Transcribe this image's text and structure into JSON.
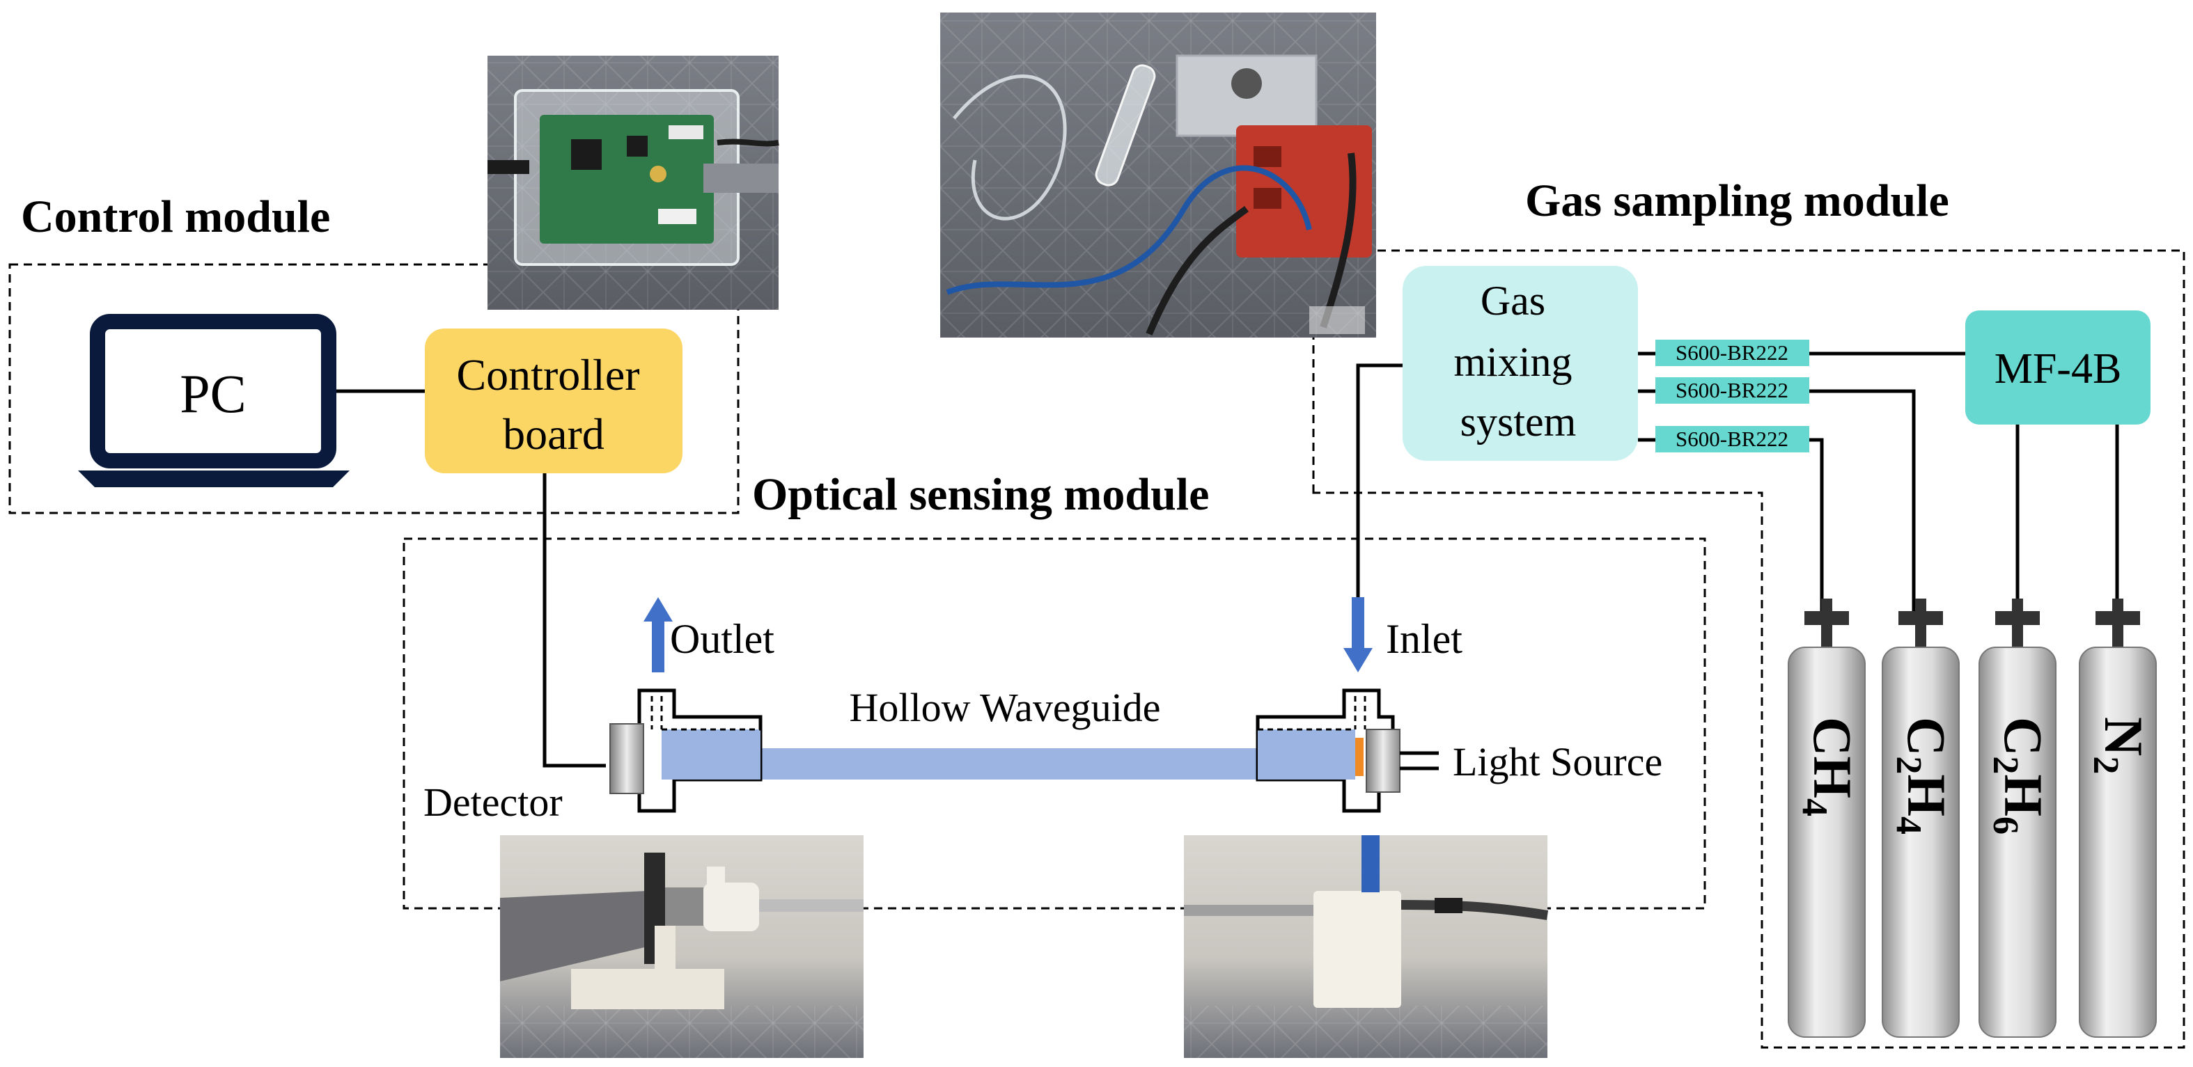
{
  "modules": {
    "control": "Control module",
    "optical": "Optical sensing module",
    "gas": "Gas sampling module"
  },
  "labels": {
    "pc": "PC",
    "controller_line1": "Controller",
    "controller_line2": "board",
    "outlet": "Outlet",
    "inlet": "Inlet",
    "hollow_waveguide": "Hollow Waveguide",
    "detector": "Detector",
    "light_source": "Light Source",
    "gas_mixing_line1": "Gas",
    "gas_mixing_line2": "mixing",
    "gas_mixing_line3": "system",
    "mf4b": "MF-4B"
  },
  "regulators": [
    "S600-BR222",
    "S600-BR222",
    "S600-BR222"
  ],
  "cylinders": [
    {
      "formula": "CH4",
      "parts": [
        [
          "C",
          ""
        ],
        [
          "H",
          ""
        ],
        [
          "4",
          "sub"
        ]
      ]
    },
    {
      "formula": "C2H4",
      "parts": [
        [
          "C",
          ""
        ],
        [
          "2",
          "sub"
        ],
        [
          "H",
          ""
        ],
        [
          "4",
          "sub"
        ]
      ]
    },
    {
      "formula": "C2H6",
      "parts": [
        [
          "C",
          ""
        ],
        [
          "2",
          "sub"
        ],
        [
          "H",
          ""
        ],
        [
          "6",
          "sub"
        ]
      ]
    },
    {
      "formula": "N2",
      "parts": [
        [
          "N",
          ""
        ],
        [
          "2",
          "sub"
        ]
      ]
    }
  ],
  "colors": {
    "controller_fill": "#fbd665",
    "mixing_fill": "#c9f1ef",
    "mf4b_fill": "#66d8cf",
    "regulator_fill": "#66d8cf",
    "waveguide": "#9bb4e2",
    "arrow": "#4170c8",
    "laptop_frame": "#0a1a3c",
    "cylinder_light": "#e6e6e6",
    "cylinder_dark": "#9a9a9a"
  }
}
